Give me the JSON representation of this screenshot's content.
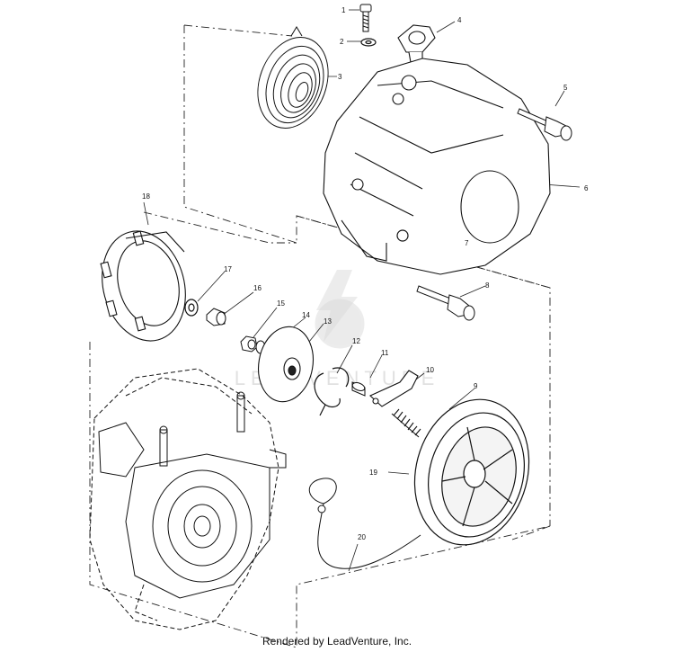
{
  "diagram": {
    "parts": [
      {
        "id": "1",
        "label": "1"
      },
      {
        "id": "2",
        "label": "2"
      },
      {
        "id": "3",
        "label": "3"
      },
      {
        "id": "4",
        "label": "4"
      },
      {
        "id": "5",
        "label": "5"
      },
      {
        "id": "6",
        "label": "6"
      },
      {
        "id": "7",
        "label": "7"
      },
      {
        "id": "8",
        "label": "8"
      },
      {
        "id": "9",
        "label": "9"
      },
      {
        "id": "10",
        "label": "10"
      },
      {
        "id": "11",
        "label": "11"
      },
      {
        "id": "12",
        "label": "12"
      },
      {
        "id": "13",
        "label": "13"
      },
      {
        "id": "14",
        "label": "14"
      },
      {
        "id": "15",
        "label": "15"
      },
      {
        "id": "16",
        "label": "16"
      },
      {
        "id": "17",
        "label": "17"
      },
      {
        "id": "18",
        "label": "18"
      },
      {
        "id": "19",
        "label": "19"
      },
      {
        "id": "20",
        "label": "20"
      }
    ],
    "watermark": "LEADVENTURE",
    "footer": "Rendered by LeadVenture, Inc."
  }
}
